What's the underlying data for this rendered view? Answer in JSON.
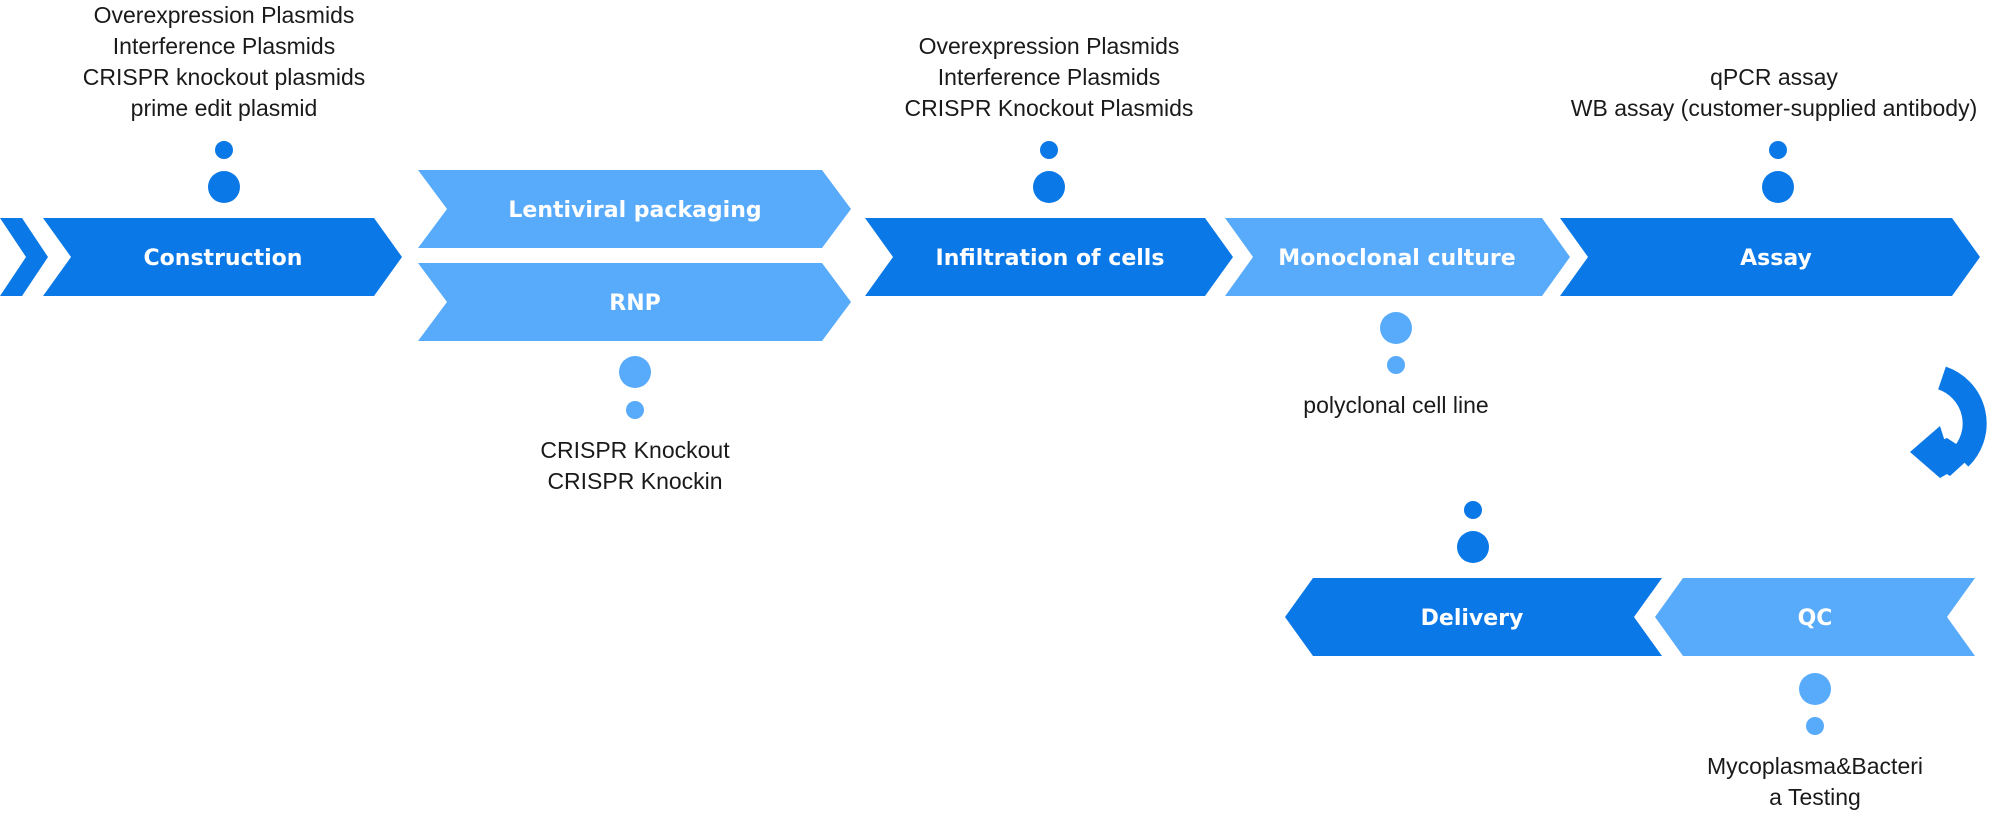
{
  "colors": {
    "dark": "#0a78e6",
    "light": "#58abfa",
    "text": "#1a1a1a"
  },
  "steps": {
    "construction": "Construction",
    "lentiviral": "Lentiviral packaging",
    "rnp": "RNP",
    "infiltration": "Infiltration of cells",
    "monoclonal": "Monoclonal culture",
    "assay": "Assay",
    "delivery": "Delivery",
    "qc": "QC"
  },
  "notes": {
    "construction": [
      "Overexpression Plasmids",
      "Interference Plasmids",
      "CRISPR knockout plasmids",
      "prime edit plasmid"
    ],
    "infiltration": [
      "Overexpression Plasmids",
      "Interference Plasmids",
      "CRISPR Knockout Plasmids"
    ],
    "assay": [
      "qPCR assay",
      "WB assay (customer-supplied antibody)"
    ],
    "rnp": [
      "CRISPR Knockout",
      "CRISPR Knockin"
    ],
    "monoclonal": [
      "polyclonal cell line"
    ],
    "qc": [
      "Mycoplasma&Bacteri",
      "a Testing"
    ]
  },
  "icons": {
    "return_arrow": "curved-return-arrow-icon"
  }
}
